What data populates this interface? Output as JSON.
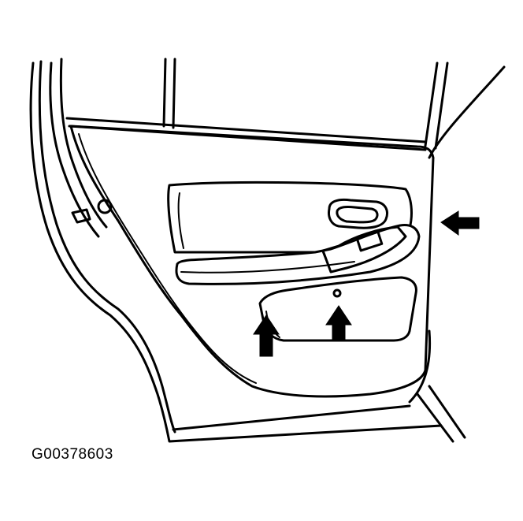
{
  "figure": {
    "code": "G00378603"
  },
  "callouts": [
    {
      "name": "arrow-left-side"
    },
    {
      "name": "arrow-up-left"
    },
    {
      "name": "arrow-up-center"
    }
  ],
  "colors": {
    "line": "#000000",
    "background": "#ffffff"
  }
}
